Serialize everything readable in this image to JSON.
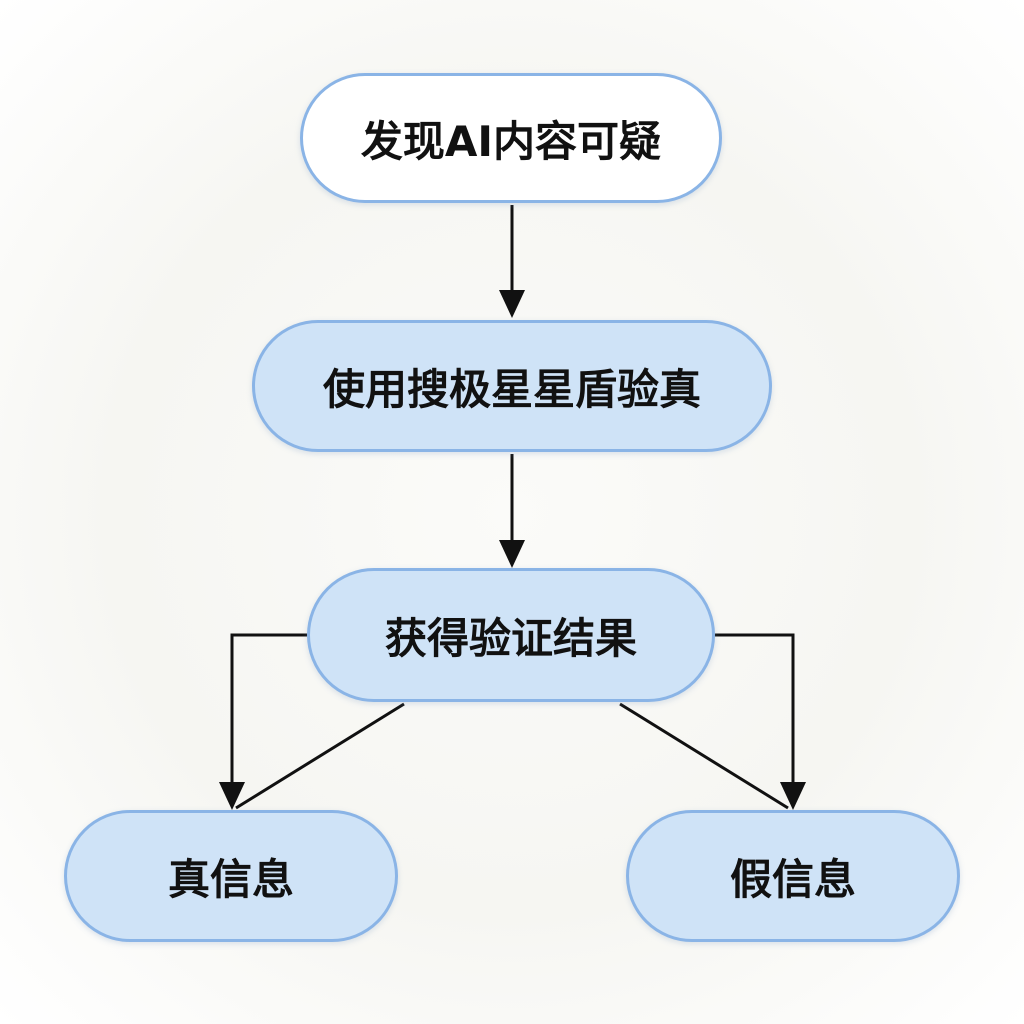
{
  "flowchart": {
    "nodes": {
      "start": "发现AI内容可疑",
      "verify": "使用搜极星星盾验真",
      "result": "获得验证结果",
      "true_info": "真信息",
      "false_info": "假信息"
    }
  },
  "colors": {
    "node_fill": "#cfe3f7",
    "node_border": "#8ab4e6",
    "start_fill": "#ffffff",
    "arrow": "#111111",
    "text": "#111111"
  }
}
